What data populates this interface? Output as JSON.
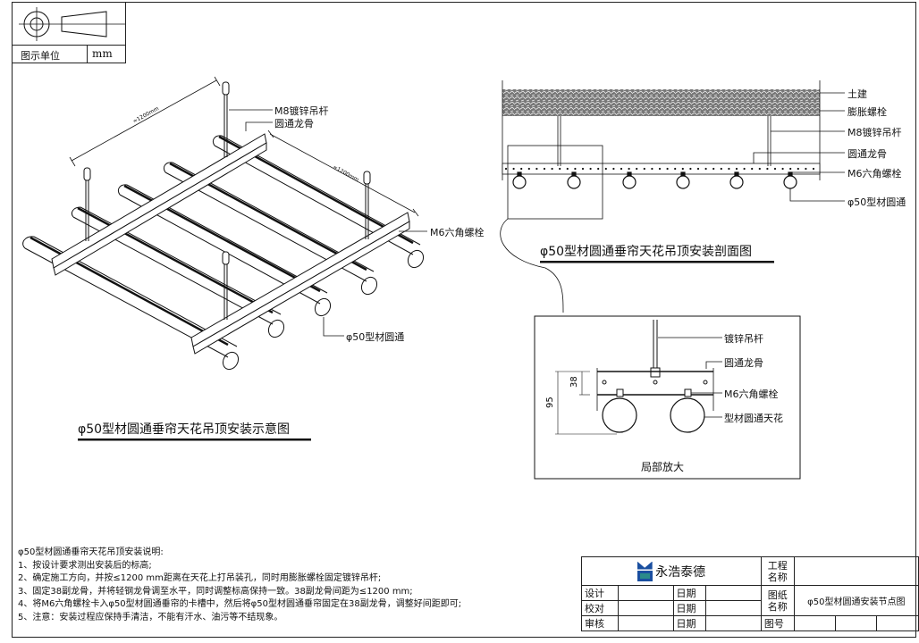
{
  "unit_box": {
    "label": "图示单位",
    "unit": "mm",
    "projection_icon": "first-angle-projection-icon"
  },
  "iso_view": {
    "title": "φ50型材圆通垂帘天花吊顶安装示意图",
    "dimension_1": "≈1200mm",
    "dimension_2": "≈1200mm",
    "callouts": {
      "rod": "M8镀锌吊杆",
      "keel": "圆通龙骨",
      "bolt": "M6六角螺栓",
      "tube": "φ50型材圆通"
    }
  },
  "section_view": {
    "title": "φ50型材圆通垂帘天花吊顶安装剖面图",
    "callouts": [
      "土建",
      "膨胀螺栓",
      "M8镀锌吊杆",
      "圆通龙骨",
      "M6六角螺栓",
      "φ50型材圆通"
    ]
  },
  "detail_view": {
    "title": "局部放大",
    "dim_38": "38",
    "dim_95": "95",
    "callouts": [
      "镀锌吊杆",
      "圆通龙骨",
      "M6六角螺栓",
      "型材圆通天花"
    ]
  },
  "notes": {
    "heading": "φ50型材圆通垂帘天花吊顶安装说明:",
    "items": [
      "1、按设计要求测出安装后的标高;",
      "2、确定施工方向，并按≤1200 mm距离在天花上打吊装孔，同时用膨胀螺栓固定镀锌吊杆;",
      "3、固定38副龙骨，并将轻钢龙骨调至水平，同时调整标高保持一致。38副龙骨间距为≤1200 mm;",
      "4、将M6六角螺栓卡入φ50型材圆通垂帘的卡槽中，然后将φ50型材圆通垂帘固定在38副龙骨，调整好间距即可;",
      "5、注意：安装过程应保持手清洁，不能有汗水、油污等不结现象。"
    ]
  },
  "title_block": {
    "company": "永浩泰德",
    "logo_colors": {
      "primary": "#1a4fa0",
      "secondary": "#2a8a8a"
    },
    "project_name_label": "工程名称",
    "project_name_value": "",
    "drawing_name_label": "图纸名称",
    "drawing_name_value": "φ50型材圆通安装节点图",
    "design_label": "设计",
    "check_label": "校对",
    "review_label": "审核",
    "date_label": "日期",
    "drawing_no_label": "图号"
  }
}
